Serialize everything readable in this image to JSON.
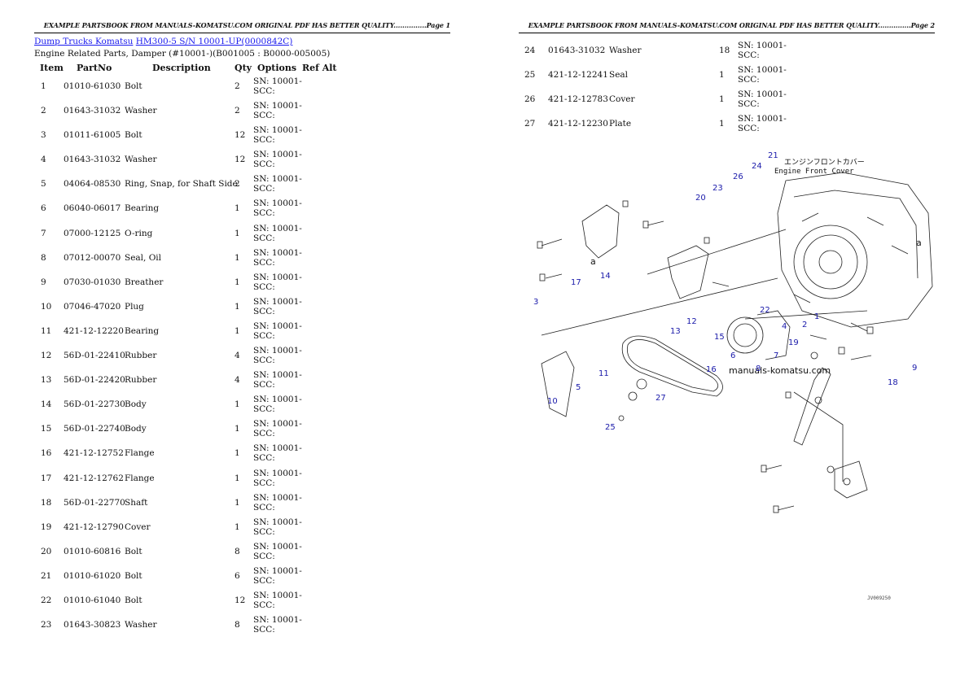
{
  "header": {
    "page1": "EXAMPLE PARTSBOOK FROM MANUALS-KOMATSU.COM ORIGINAL PDF HAS BETTER QUALITY...............Page 1",
    "page2": "EXAMPLE PARTSBOOK FROM MANUALS-KOMATSU.COM ORIGINAL PDF HAS BETTER QUALITY...............Page 2"
  },
  "breadcrumb": {
    "link1": "Dump Trucks Komatsu",
    "link2": "HM300-5 S/N 10001-UP(0000842C)"
  },
  "subtitle": "Engine Related Parts, Damper (#10001-)(B001005 : B0000-005005)",
  "columns": {
    "item": "Item",
    "partno": "PartNo",
    "description": "Description",
    "qty": "Qty",
    "options": "Options",
    "refalt": "Ref Alt"
  },
  "parts_page1": [
    {
      "item": "1",
      "partno": "01010-61030",
      "desc": "Bolt",
      "qty": "2",
      "opt": "SN: 10001-SCC:"
    },
    {
      "item": "2",
      "partno": "01643-31032",
      "desc": "Washer",
      "qty": "2",
      "opt": "SN: 10001-SCC:"
    },
    {
      "item": "3",
      "partno": "01011-61005",
      "desc": "Bolt",
      "qty": "12",
      "opt": "SN: 10001-SCC:"
    },
    {
      "item": "4",
      "partno": "01643-31032",
      "desc": "Washer",
      "qty": "12",
      "opt": "SN: 10001-SCC:"
    },
    {
      "item": "5",
      "partno": "04064-08530",
      "desc": "Ring, Snap, for Shaft Side",
      "qty": "2",
      "opt": "SN: 10001-SCC:"
    },
    {
      "item": "6",
      "partno": "06040-06017",
      "desc": "Bearing",
      "qty": "1",
      "opt": "SN: 10001-SCC:"
    },
    {
      "item": "7",
      "partno": "07000-12125",
      "desc": "O-ring",
      "qty": "1",
      "opt": "SN: 10001-SCC:"
    },
    {
      "item": "8",
      "partno": "07012-00070",
      "desc": "Seal, Oil",
      "qty": "1",
      "opt": "SN: 10001-SCC:"
    },
    {
      "item": "9",
      "partno": "07030-01030",
      "desc": "Breather",
      "qty": "1",
      "opt": "SN: 10001-SCC:"
    },
    {
      "item": "10",
      "partno": "07046-47020",
      "desc": "Plug",
      "qty": "1",
      "opt": "SN: 10001-SCC:"
    },
    {
      "item": "11",
      "partno": "421-12-12220",
      "desc": "Bearing",
      "qty": "1",
      "opt": "SN: 10001-SCC:"
    },
    {
      "item": "12",
      "partno": "56D-01-22410",
      "desc": "Rubber",
      "qty": "4",
      "opt": "SN: 10001-SCC:"
    },
    {
      "item": "13",
      "partno": "56D-01-22420",
      "desc": "Rubber",
      "qty": "4",
      "opt": "SN: 10001-SCC:"
    },
    {
      "item": "14",
      "partno": "56D-01-22730",
      "desc": "Body",
      "qty": "1",
      "opt": "SN: 10001-SCC:"
    },
    {
      "item": "15",
      "partno": "56D-01-22740",
      "desc": "Body",
      "qty": "1",
      "opt": "SN: 10001-SCC:"
    },
    {
      "item": "16",
      "partno": "421-12-12752",
      "desc": "Flange",
      "qty": "1",
      "opt": "SN: 10001-SCC:"
    },
    {
      "item": "17",
      "partno": "421-12-12762",
      "desc": "Flange",
      "qty": "1",
      "opt": "SN: 10001-SCC:"
    },
    {
      "item": "18",
      "partno": "56D-01-22770",
      "desc": "Shaft",
      "qty": "1",
      "opt": "SN: 10001-SCC:"
    },
    {
      "item": "19",
      "partno": "421-12-12790",
      "desc": "Cover",
      "qty": "1",
      "opt": "SN: 10001-SCC:"
    },
    {
      "item": "20",
      "partno": "01010-60816",
      "desc": "Bolt",
      "qty": "8",
      "opt": "SN: 10001-SCC:"
    },
    {
      "item": "21",
      "partno": "01010-61020",
      "desc": "Bolt",
      "qty": "6",
      "opt": "SN: 10001-SCC:"
    },
    {
      "item": "22",
      "partno": "01010-61040",
      "desc": "Bolt",
      "qty": "12",
      "opt": "SN: 10001-SCC:"
    },
    {
      "item": "23",
      "partno": "01643-30823",
      "desc": "Washer",
      "qty": "8",
      "opt": "SN: 10001-SCC:"
    }
  ],
  "parts_page2": [
    {
      "item": "24",
      "partno": "01643-31032",
      "desc": "Washer",
      "qty": "18",
      "opt": "SN: 10001-SCC:"
    },
    {
      "item": "25",
      "partno": "421-12-12241",
      "desc": "Seal",
      "qty": "1",
      "opt": "SN: 10001-SCC:"
    },
    {
      "item": "26",
      "partno": "421-12-12783",
      "desc": "Cover",
      "qty": "1",
      "opt": "SN: 10001-SCC:"
    },
    {
      "item": "27",
      "partno": "421-12-12230",
      "desc": "Plate",
      "qty": "1",
      "opt": "SN: 10001-SCC:"
    }
  ],
  "diagram": {
    "jp_label": "エンジンフロントカバー",
    "en_label": "Engine Front Cover",
    "watermark": "manuals-komatsu.com",
    "code": "JV009250",
    "ref_a": "a",
    "callouts": [
      "1",
      "2",
      "3",
      "4",
      "5",
      "6",
      "7",
      "8",
      "9",
      "10",
      "11",
      "12",
      "13",
      "14",
      "15",
      "16",
      "17",
      "18",
      "19",
      "20",
      "21",
      "22",
      "23",
      "24",
      "25",
      "26",
      "27"
    ]
  }
}
